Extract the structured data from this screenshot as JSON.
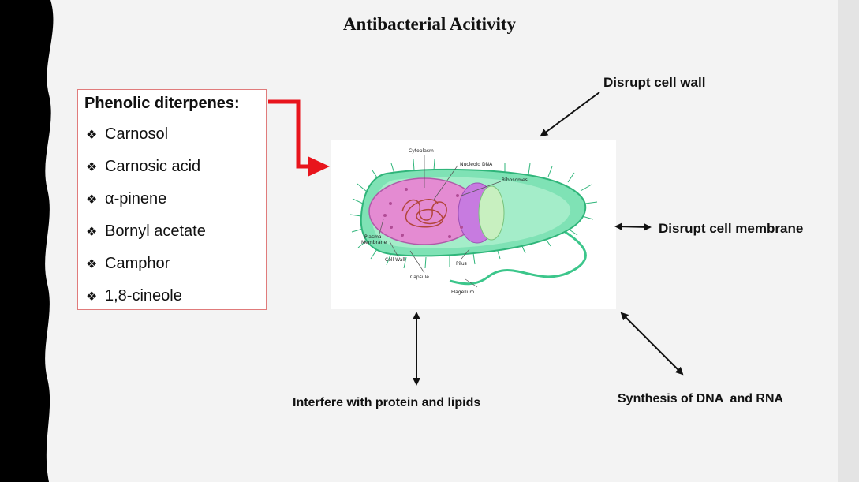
{
  "title": "Antibacterial Acitivity",
  "compounds": {
    "heading": "Phenolic diterpenes:",
    "items": [
      "Carnosol",
      "Carnosic acid",
      "α-pinene",
      "Bornyl acetate",
      "Camphor",
      "1,8-cineole"
    ],
    "bullet": "❖"
  },
  "effects": {
    "cell_wall": "Disrupt cell wall",
    "cell_membrane": "Disrupt cell membrane",
    "protein_lipids": "Interfere with protein and lipids",
    "dna_rna": "Synthesis of DNA  and RNA"
  },
  "bacterium_labels": {
    "cytoplasm": "Cytoplasm",
    "nucleoid": "Nucleoid DNA",
    "ribosomes": "Ribosomes",
    "plasma_membrane_1": "Plasma",
    "plasma_membrane_2": "Membrane",
    "cell_wall": "Cell Wall",
    "capsule": "Capsule",
    "pilus": "Pilus",
    "flagellum": "Flagellum"
  },
  "colors": {
    "accent_arrow": "#e8141c",
    "box_border": "#e07b7b",
    "cell_body": "#4fd39a",
    "cytoplasm": "#d55fc0",
    "dna": "#b2453a"
  }
}
